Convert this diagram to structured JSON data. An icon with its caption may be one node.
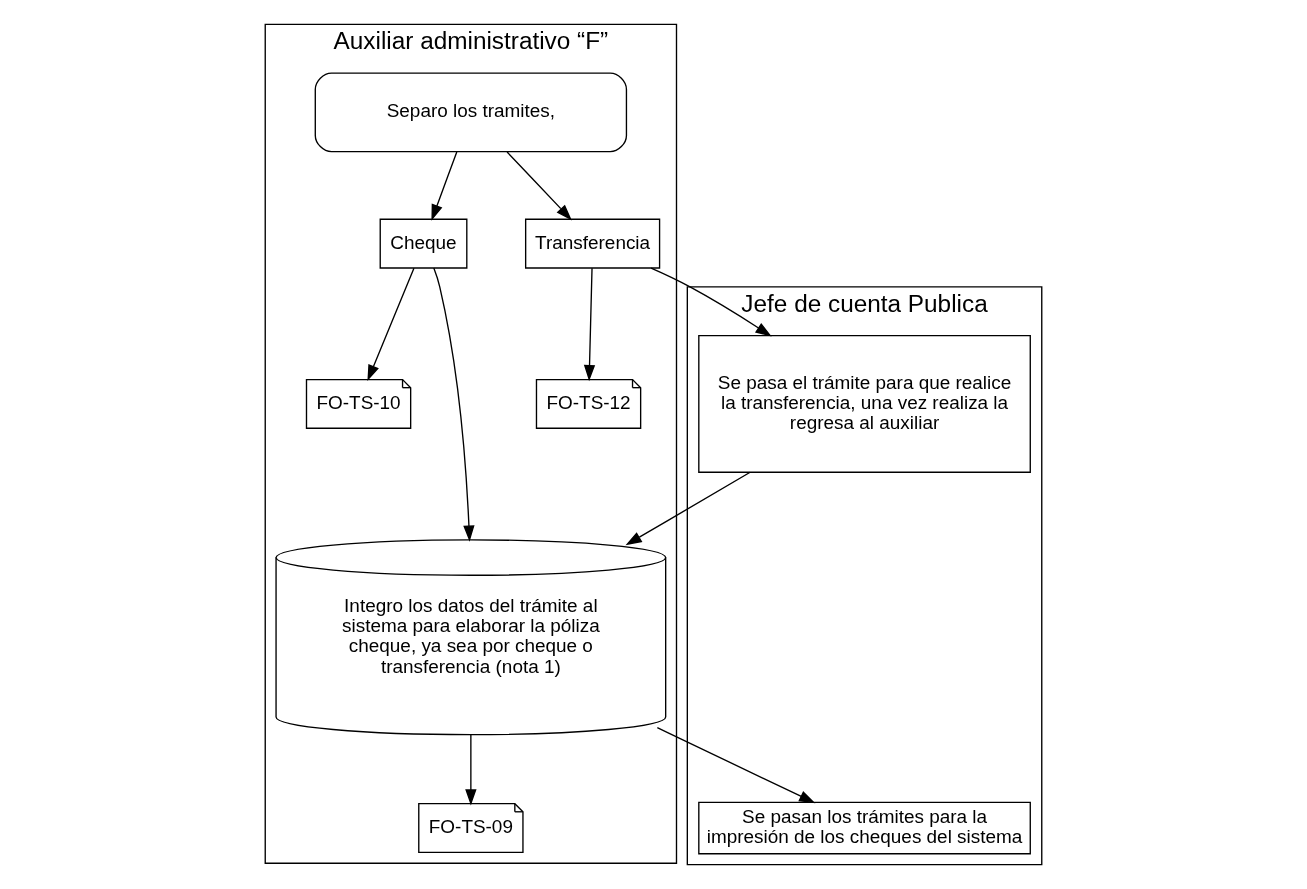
{
  "diagram": {
    "nodes": [
      {
        "text": [
          "Auxiliar administrativo “F”"
        ]
      },
      {
        "text": [
          "Jefe de cuenta Publica"
        ]
      },
      {
        "text": [
          "Separo los tramites,"
        ],
        "in": 0
      },
      {
        "text": [
          "FO-TS-10"
        ],
        "in": 0
      },
      {
        "text": [
          "Cheque"
        ],
        "in": 0
      },
      {
        "text": [
          "Transferencia"
        ],
        "in": 0
      },
      {
        "text": [
          "FO-TS-12"
        ],
        "in": 0
      },
      {
        "text": [
          "Integro los datos del trámite al sistema para elaborar la póliza cheque, ya sea por cheque o transferencia (nota 1)"
        ],
        "in": 0
      },
      {
        "text": [
          "FO-TS-09"
        ],
        "in": 0
      },
      {
        "text": [
          "Se pasa el trámite para que realice la transferencia, una vez realiza la regresa al auxiliar"
        ],
        "in": 1
      },
      {
        "text": [
          "Se pasan los trámites para la impresión de los cheques del sistema"
        ],
        "in": 1
      }
    ],
    "edges": [
      {
        "from": 2,
        "to": 4,
        "arrow": "to"
      },
      {
        "from": 2,
        "to": 5,
        "arrow": "to"
      },
      {
        "from": 4,
        "to": 3,
        "arrow": "to"
      },
      {
        "from": 5,
        "to": 6,
        "arrow": "to"
      },
      {
        "from": 4,
        "to": 7,
        "arrow": "to"
      },
      {
        "from": 5,
        "to": 9,
        "arrow": "to"
      },
      {
        "from": 9,
        "to": 7,
        "arrow": "to"
      },
      {
        "from": 7,
        "to": 10,
        "arrow": "to"
      },
      {
        "from": 7,
        "to": 8,
        "arrow": "to"
      }
    ]
  }
}
